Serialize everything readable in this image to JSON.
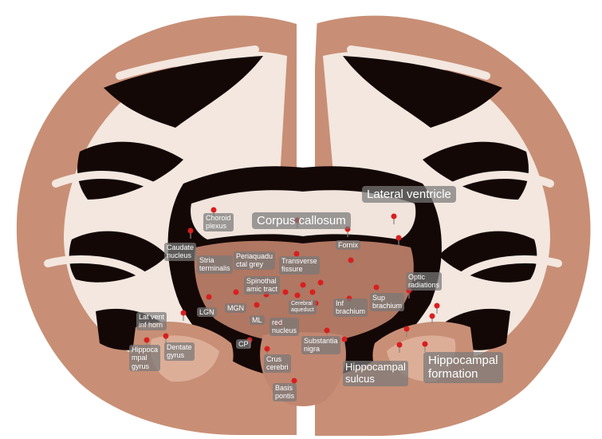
{
  "colors": {
    "tissue": "#c88f76",
    "tissue_light": "#dcae98",
    "white_matter": "#f3e7df",
    "ventricle_dark": "#140807",
    "deep_tissue": "#b07762",
    "pin_head": "#d81f1f",
    "label_bg": "#7a7a7a"
  },
  "labels": {
    "choroid_plexus": "Choroid\nplexus",
    "corpus_callosum": "Corpus callosum",
    "lateral_ventricle": "Lateral ventricle",
    "caudate_nucleus": "Caudate\nnucleus",
    "stria_terminalis": "Stria\nterminalis",
    "periaqueductal_grey": "Periaquadu\nctal grey",
    "transverse_fissure": "Transverse\nfissure",
    "fornix": "Fornix",
    "spinothalamic_tract": "Spinothal\namic tract",
    "cerebral_aqueduct": "Cerebral\naqueduct",
    "optic_radiations": "Optic\nradiations",
    "lgn": "LGN",
    "mgn": "MGN",
    "inf_brachium": "Inf\nbrachium",
    "sup_brachium": "Sup\nbrachium",
    "lat_vent_inf_horn": "Lat vent\ninf horn",
    "ml": "ML",
    "red_nucleus": "red\nnucleus",
    "cp": "CP",
    "substantia_nigra": "Substantia\nnigra",
    "dentate_gyrus": "Dentate\ngyrus",
    "hippocampal_gyrus": "Hippoca\nmpal\ngyrus",
    "crus_cerebri": "Crus\ncerebri",
    "basis_pontis": "Basis\npontis",
    "hippocampal_sulcus": "Hippocampal\nsulcus",
    "hippocampal_formation": "Hippocampal\nformation"
  }
}
